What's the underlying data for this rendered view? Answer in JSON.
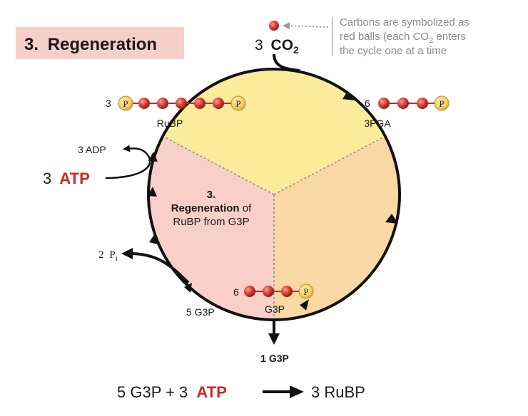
{
  "title": {
    "number": "3.",
    "text": "Regeneration"
  },
  "co2_input": {
    "count": "3",
    "label": "CO",
    "sub": "2"
  },
  "note": {
    "line1": "Carbons are symbolized as",
    "line2_a": "red balls (each CO",
    "line2_sub": "2",
    "line2_b": " enters",
    "line3": "the cycle one at a time"
  },
  "rubp": {
    "count": "3",
    "label": "RuBP",
    "phosphate": "P",
    "carbons": 5
  },
  "pga": {
    "count": "6",
    "label": "3PGA",
    "phosphate": "P",
    "carbons": 3
  },
  "g3p": {
    "count": "6",
    "label": "G3P",
    "phosphate": "P",
    "carbons": 3
  },
  "center": {
    "number": "3.",
    "bold": "Regeneration",
    "of": " of",
    "line2": "RuBP from G3P"
  },
  "adp": {
    "label": "3 ADP"
  },
  "atp": {
    "count": "3",
    "label": "ATP"
  },
  "pi": {
    "count": "2",
    "label": "P",
    "sub": "i"
  },
  "g3p_in": {
    "label": "5 G3P"
  },
  "g3p_out": {
    "label": "1 G3P"
  },
  "equation": {
    "left": "5 G3P + 3",
    "atp": "ATP",
    "right": "3 RuBP"
  },
  "colors": {
    "yellow_sector": "#fbeb9b",
    "orange_sector": "#f9d8a3",
    "pink_sector": "#f8cfc9",
    "title_bg": "#f7cfc9",
    "carbon": "#d63a30",
    "phosphate": "#f3c95b",
    "accent_red": "#d42525"
  }
}
